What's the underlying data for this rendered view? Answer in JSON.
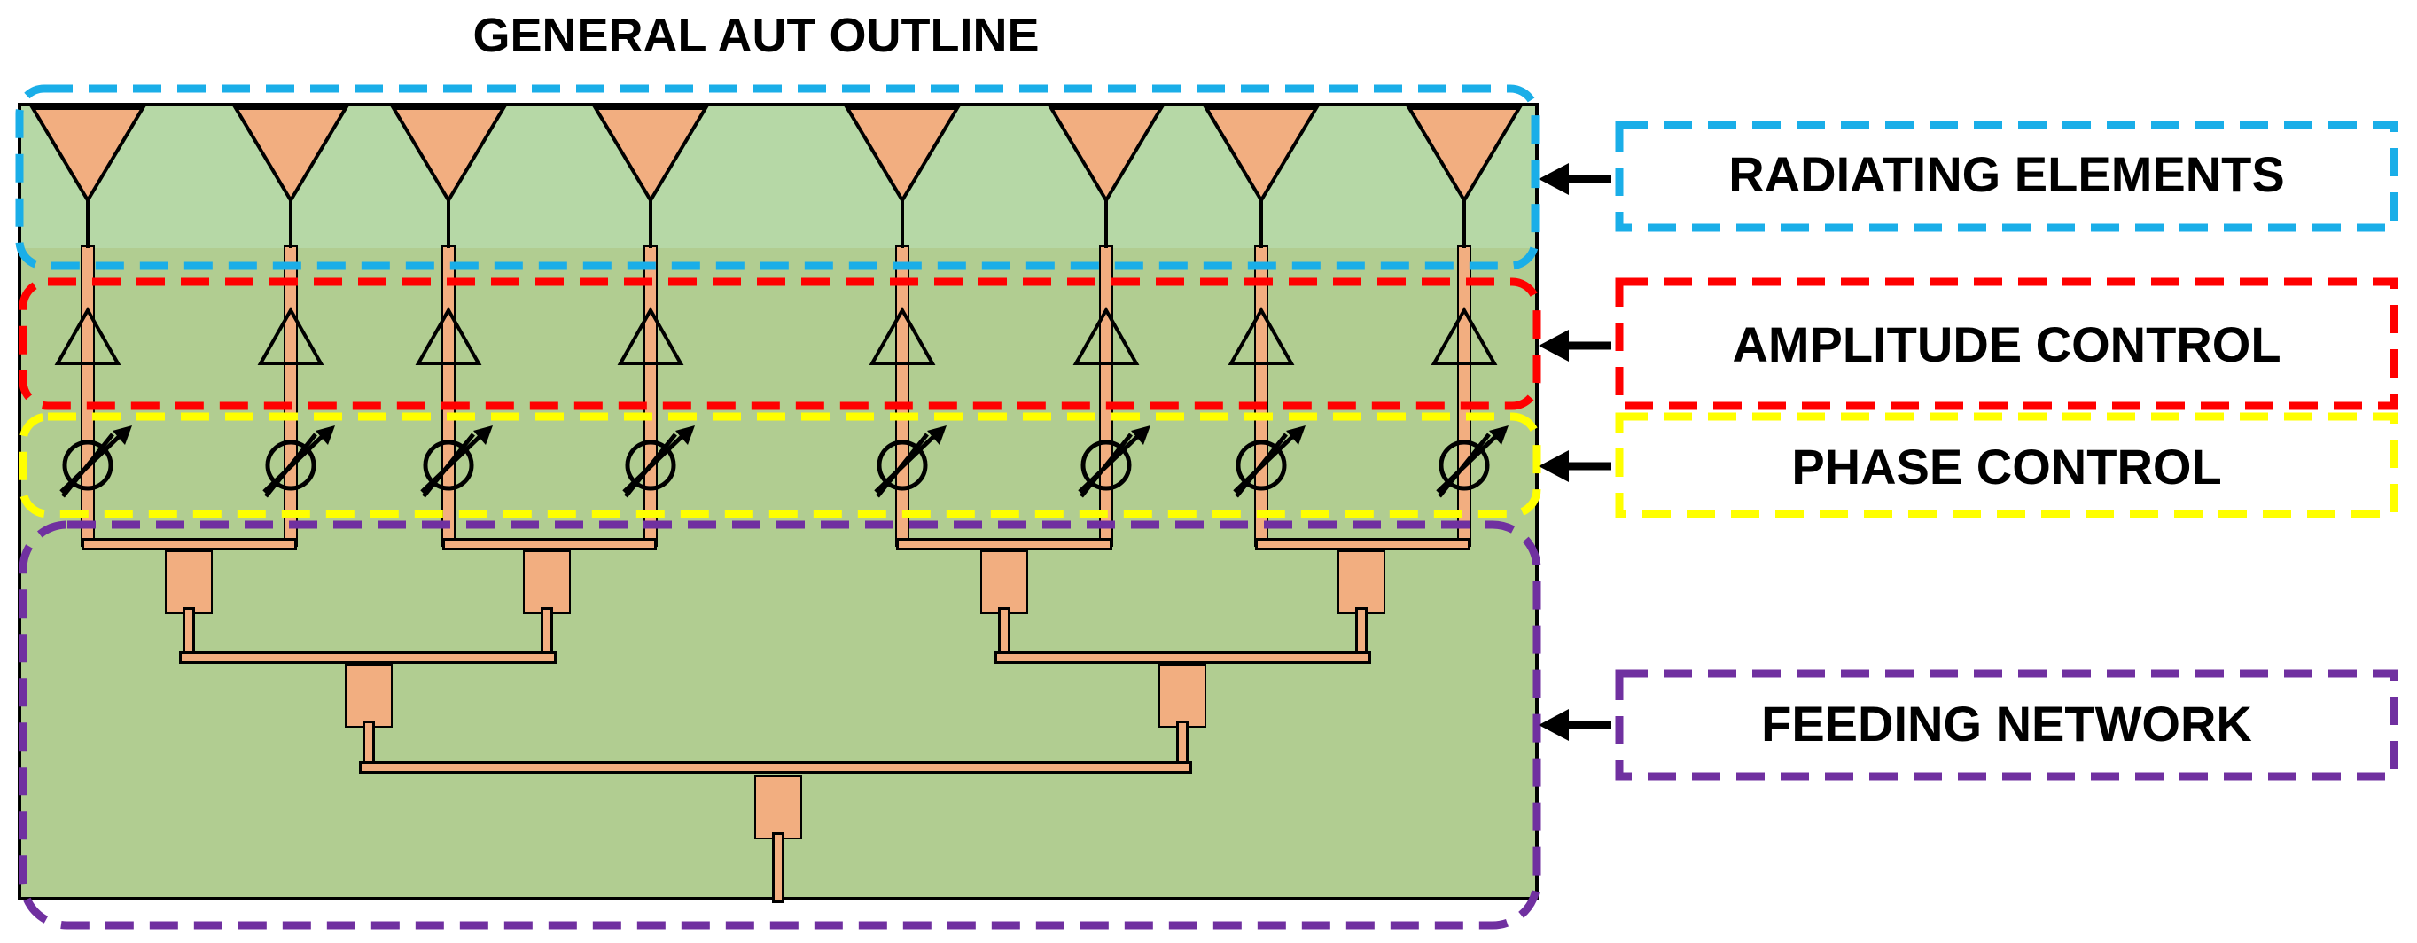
{
  "title": "GENERAL AUT OUTLINE",
  "colors": {
    "background_panel": "#b1cd91",
    "radiating_band": "#b6d8a6",
    "element_fill": "#f2ae80",
    "radiating_elements": "#1aaee8",
    "amplitude_control": "#ff0000",
    "phase_control": "#ffff00",
    "feeding_network": "#7030a0"
  },
  "sections": [
    {
      "id": "radiating",
      "label": "RADIATING ELEMENTS",
      "color": "#1aaee8"
    },
    {
      "id": "amplitude",
      "label": "AMPLITUDE CONTROL",
      "color": "#ff0000"
    },
    {
      "id": "phase",
      "label": "PHASE CONTROL",
      "color": "#ffff00"
    },
    {
      "id": "feeding",
      "label": "FEEDING NETWORK",
      "color": "#7030a0"
    }
  ],
  "icons": {
    "radiating_element": "inverted-triangle-antenna-icon",
    "amplifier": "amplifier-triangle-icon",
    "phase_shifter": "phase-shifter-icon",
    "power_divider": "power-divider-block-icon",
    "arrow": "left-arrow-icon"
  },
  "element_count": 8
}
